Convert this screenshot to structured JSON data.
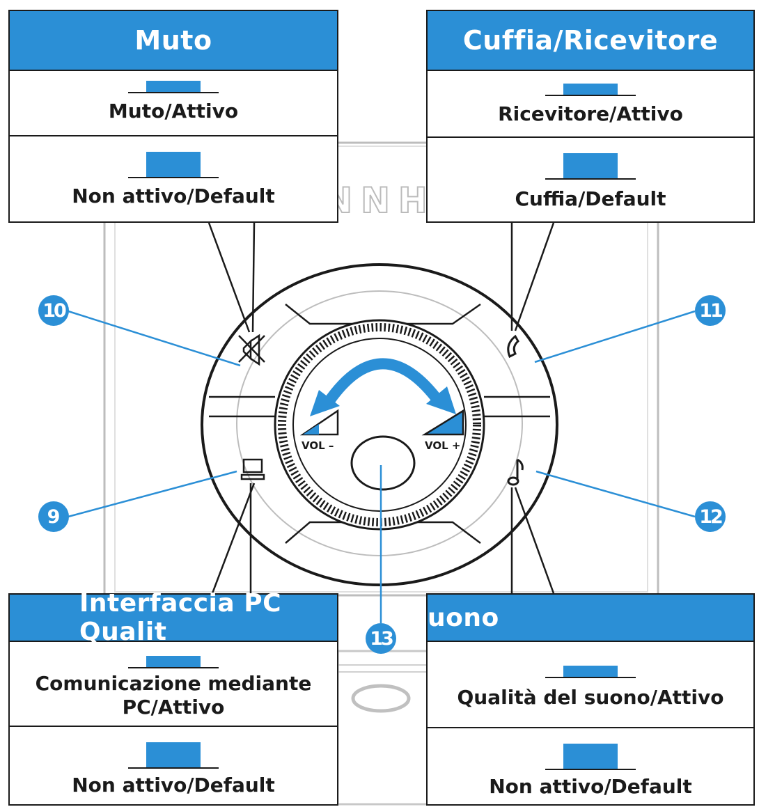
{
  "panels": {
    "muto": {
      "title": "Muto",
      "active_label": "Muto/Attivo",
      "default_label": "Non attivo/Default"
    },
    "cuffia": {
      "title": "Cuffia/Ricevitore",
      "active_label": "Ricevitore/Attivo",
      "default_label": "Cuffia/Default"
    },
    "pc": {
      "title": "Interfaccia PC Qualit",
      "active_label_line1": "Comunicazione mediante",
      "active_label_line2": "PC/Attivo",
      "default_label": "Non attivo/Default"
    },
    "suono": {
      "title": "uono",
      "active_label": "Qualità del suono/Attivo",
      "default_label": "Non attivo/Default"
    }
  },
  "callouts": {
    "mute": "10",
    "headset": "11",
    "pc": "9",
    "sound": "12",
    "volume": "13"
  },
  "volume": {
    "minus_label": "VOL –",
    "plus_label": "VOL +"
  },
  "brand_fragment": "NNH",
  "colors": {
    "accent": "#2b8fd6",
    "outline": "#1a1a1a"
  }
}
